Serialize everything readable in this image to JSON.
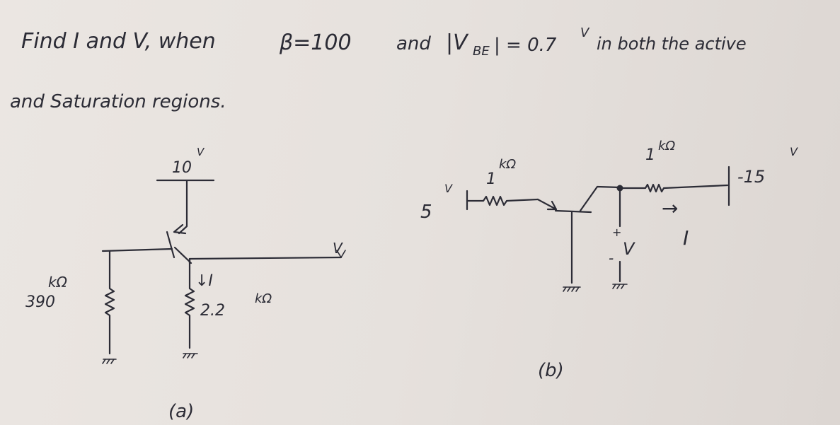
{
  "problem": {
    "line1_a": "Find I and V, when",
    "line1_beta": "β=100",
    "line1_and": "and",
    "line1_vbe": "|V",
    "line1_vbe_sub": "BE",
    "line1_vbe_val": "| = 0.7",
    "line1_unit": "V",
    "line1_b": "in both the active",
    "line2": "and Saturation regions."
  },
  "circuit_a": {
    "supply": "10",
    "supply_unit": "V",
    "rb_unit": "kΩ",
    "rb_value": "390",
    "current_label": "↓I",
    "re_value": "2.2",
    "re_unit": "kΩ",
    "output_label": "V",
    "caption": "(a)"
  },
  "circuit_b": {
    "source": "5",
    "source_unit": "V",
    "r1_value": "1",
    "r1_unit": "kΩ",
    "r2_value": "1",
    "r2_unit": "kΩ",
    "supply": "-15",
    "supply_unit": "V",
    "current_label": "I",
    "current_arrow": "→",
    "v_label": "V",
    "v_plus": "+",
    "v_minus": "-",
    "caption": "(b)"
  }
}
